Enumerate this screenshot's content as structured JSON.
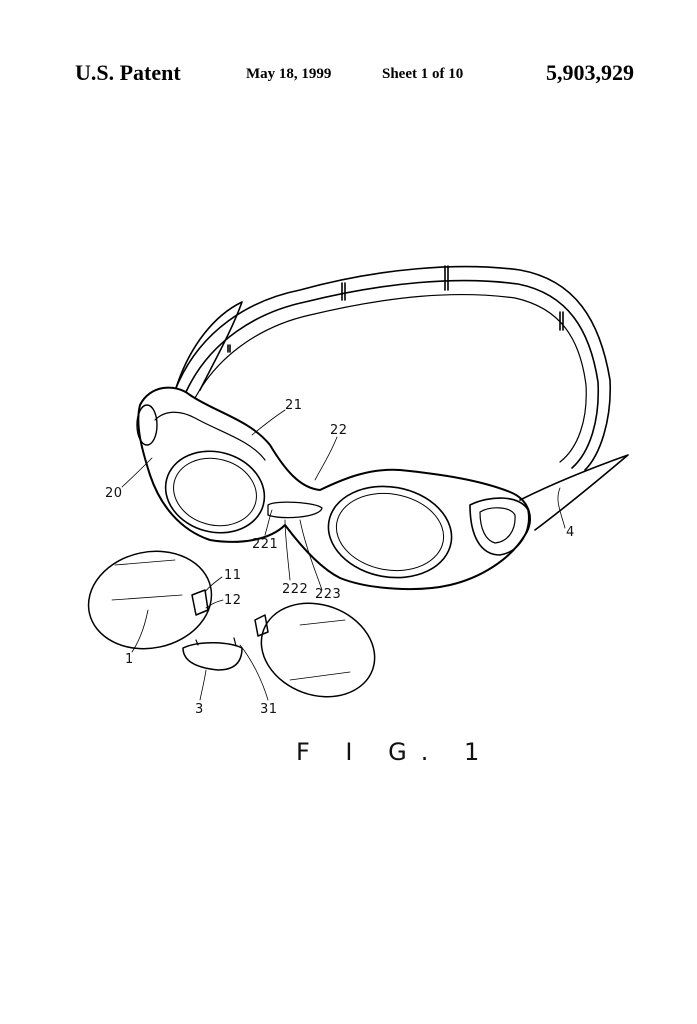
{
  "header": {
    "title": "U.S. Patent",
    "date": "May 18, 1999",
    "sheet": "Sheet 1 of 10",
    "patent_number": "5,903,929"
  },
  "figure": {
    "caption": "F I G. 1",
    "subject": "swimming goggles exploded view",
    "labels": [
      {
        "id": "21",
        "text": "21"
      },
      {
        "id": "22",
        "text": "22"
      },
      {
        "id": "20",
        "text": "20"
      },
      {
        "id": "4",
        "text": "4"
      },
      {
        "id": "221",
        "text": "221"
      },
      {
        "id": "222",
        "text": "222"
      },
      {
        "id": "223",
        "text": "223"
      },
      {
        "id": "11",
        "text": "11"
      },
      {
        "id": "12",
        "text": "12"
      },
      {
        "id": "1",
        "text": "1"
      },
      {
        "id": "3",
        "text": "3"
      },
      {
        "id": "31",
        "text": "31"
      }
    ]
  }
}
